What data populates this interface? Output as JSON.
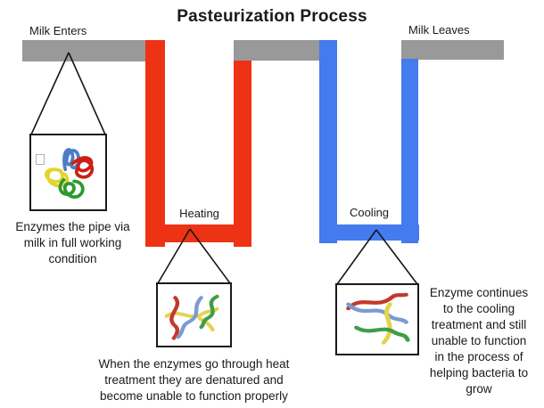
{
  "title": "Pasteurization Process",
  "pipe_labels": {
    "inlet": "Milk Enters",
    "outlet": "Milk Leaves",
    "heating": "Heating",
    "cooling": "Cooling"
  },
  "captions": {
    "working_lines": [
      "Enzymes the pipe via",
      "milk in full working",
      "condition"
    ],
    "denatured_lines": [
      "When the enzymes go through heat",
      "treatment they are denatured and",
      "become unable to function properly"
    ],
    "cooled_lines": [
      "Enzyme continues",
      "to the cooling",
      "treatment and still",
      "unable to function",
      "in the process of",
      "helping bacteria to",
      "grow"
    ]
  },
  "colors": {
    "pipe_gray": "#999999",
    "heating_red": "#EE3315",
    "cooling_blue": "#447BEE",
    "enzyme_red": "#C2392B",
    "enzyme_blue": "#7B9BD2",
    "enzyme_yellow": "#E3D44C",
    "enzyme_green": "#3E9E47",
    "text": "#1A1A1A"
  }
}
